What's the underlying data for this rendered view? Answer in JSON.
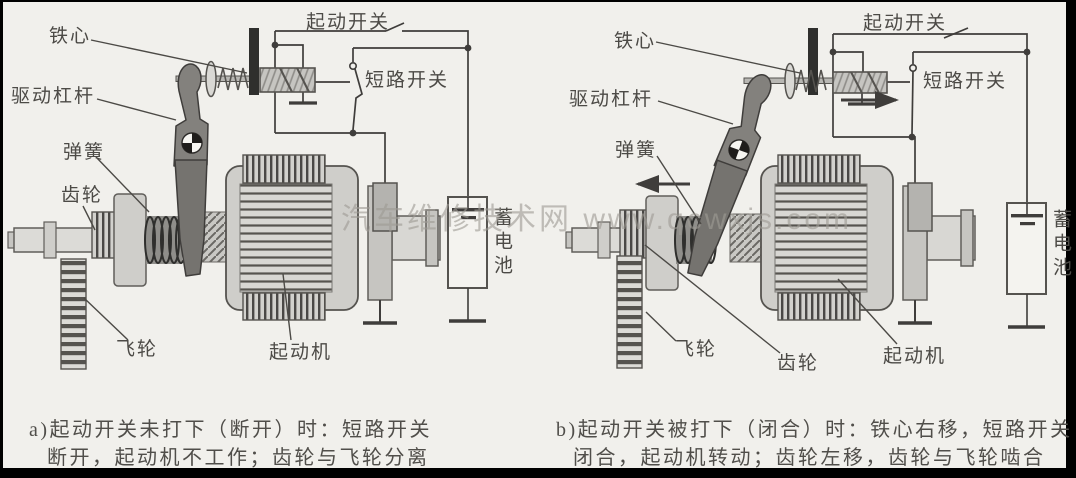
{
  "figure": {
    "type": "technical-diagram",
    "subject": "starter motor pre-engaged drive / start switch circuit, two states",
    "colors": {
      "paper": "#f1f0ec",
      "frame": "#000000",
      "ink": "#3f3d3b",
      "metal_light": "#dcdbd7",
      "metal_mid": "#cfceca",
      "lever": "#7d7b77",
      "plunger_bar": "#2f2f2d",
      "watermark": "#9e9b94"
    }
  },
  "watermark": "汽车维修技术网 www.qcwxjs.com",
  "panels": {
    "left": {
      "labels": {
        "iron_core": "铁心",
        "start_switch": "起动开关",
        "drive_lever": "驱动杠杆",
        "short_circuit_switch": "短路开关",
        "spring": "弹簧",
        "gear": "齿轮",
        "flywheel": "飞轮",
        "starter": "起动机",
        "battery": "蓄电池"
      },
      "switch_state": "断开",
      "caption_line1": "a)起动开关未打下（断开）时：短路开关",
      "caption_line2": "断开，起动机不工作；齿轮与飞轮分离"
    },
    "right": {
      "labels": {
        "iron_core": "铁心",
        "start_switch": "起动开关",
        "drive_lever": "驱动杠杆",
        "short_circuit_switch": "短路开关",
        "spring": "弹簧",
        "gear": "齿轮",
        "flywheel": "飞轮",
        "starter": "起动机",
        "battery": "蓄电池"
      },
      "switch_state": "闭合",
      "caption_line1": "b)起动开关被打下（闭合）时：铁心右移，短路开关",
      "caption_line2": "闭合，起动机转动；齿轮左移，齿轮与飞轮啮合"
    }
  }
}
